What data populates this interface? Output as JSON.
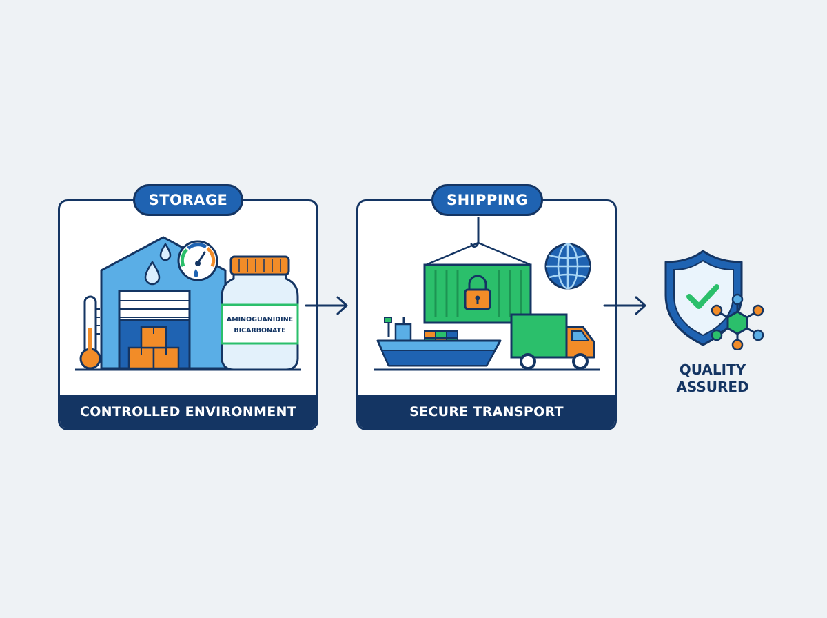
{
  "stages": [
    {
      "title": "STORAGE",
      "caption": "CONTROLLED ENVIRONMENT",
      "jar_label_line1": "AMINOGUANIDINE",
      "jar_label_line2": "BICARBONATE"
    },
    {
      "title": "SHIPPING",
      "caption": "SECURE TRANSPORT"
    }
  ],
  "result": {
    "line1": "QUALITY",
    "line2": "ASSURED"
  },
  "colors": {
    "navy": "#143563",
    "blue": "#1f63b2",
    "light_blue": "#5aaee6",
    "green": "#2bbf6b",
    "orange": "#f28c28",
    "background": "#eef2f5"
  },
  "icons": [
    "warehouse-icon",
    "thermometer-icon",
    "water-drops-icon",
    "gauge-icon",
    "boxes-icon",
    "chemical-jar-icon",
    "shipping-container-icon",
    "padlock-icon",
    "crane-hook-icon",
    "globe-icon",
    "cargo-ship-icon",
    "delivery-truck-icon",
    "shield-check-icon",
    "molecule-icon",
    "arrow-right-icon"
  ]
}
